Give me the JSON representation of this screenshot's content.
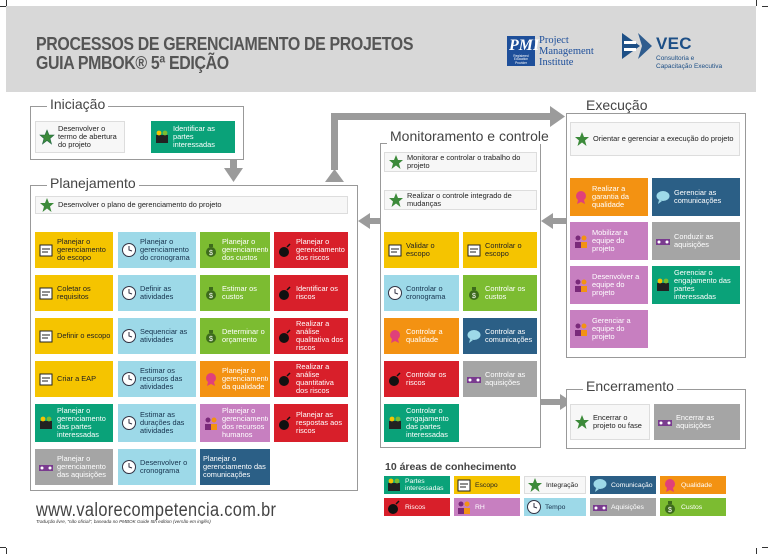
{
  "header": {
    "title_line1": "PROCESSOS DE GERENCIAMENTO DE PROJETOS",
    "title_line2": "GUIA PMBOK® 5ª EDIÇÃO",
    "pmi_logo_letters": "PMI",
    "pmi_logo_small": "Registered Education Provider",
    "pmi_text": [
      "Project",
      "Management",
      "Institute"
    ],
    "vec_name": "VEC",
    "vec_sub": [
      "Consultoria e",
      "Capacitação Executiva"
    ]
  },
  "groups": {
    "iniciacao": "Iniciação",
    "planejamento": "Planejamento",
    "monitoramento": "Monitoramento e controle",
    "execucao": "Execução",
    "encerramento": "Encerramento"
  },
  "iniciacao": {
    "desenvolver_termo": "Desenvolver o termo de abertura do projeto",
    "identificar_partes": "Identificar as partes interessadas"
  },
  "planejamento": {
    "plano": "Desenvolver o plano de gerenciamento do projeto",
    "escopo": [
      "Planejar o gerenciamento do escopo",
      "Coletar os requisitos",
      "Definir o escopo",
      "Criar a EAP"
    ],
    "partes": [
      "Planejar o gerenciamento das partes interessadas"
    ],
    "aquisicoes": [
      "Planejar o gerenciamento das aquisições"
    ],
    "tempo": [
      "Planejar o gerenciamento do cronograma",
      "Definir as atividades",
      "Sequenciar as atividades",
      "Estimar os recursos das atividades",
      "Estimar as durações das atividades",
      "Desenvolver o cronograma"
    ],
    "custos": [
      "Planejar o gerenciamento dos custos",
      "Estimar os custos",
      "Determinar o orçamento"
    ],
    "qualidade": "Planejar o gerenciamento da qualidade",
    "rh": "Planejar o gerenciamento dos recursos humanos",
    "comunicacoes": "Planejar o gerenciamento das comunicações",
    "riscos": [
      "Planejar o gerenciamento dos riscos",
      "Identificar os riscos",
      "Realizar a análise qualitativa dos riscos",
      "Realizar a análise quantitativa dos riscos",
      "Planejar as respostas aos riscos"
    ]
  },
  "monitoramento": {
    "monitorar": "Monitorar e controlar o trabalho do projeto",
    "mudancas": "Realizar o controle integrado de mudanças",
    "validar": "Validar o escopo",
    "controlar_escopo": "Controlar o escopo",
    "cronograma": "Controlar o cronograma",
    "custos": "Controlar os custos",
    "qualidade": "Controlar a qualidade",
    "comunicacoes": "Controlar as comunicações",
    "riscos": "Controlar os riscos",
    "aquisicoes": "Controlar as aquisições",
    "partes": "Controlar o engajamento das partes interessadas"
  },
  "execucao": {
    "orientar": "Orientar e gerenciar a execução do projeto",
    "garantia": "Realizar a garantia da qualidade",
    "comunicacoes": "Gerenciar as comunicações",
    "mobilizar": "Mobilizar a equipe do projeto",
    "aquisicoes": "Conduzir as aquisições",
    "desenvolver": "Desenvolver a equipe do projeto",
    "engajamento": "Gerenciar o engajamento das partes interessadas",
    "gerenciar_equipe": "Gerenciar a equipe do projeto"
  },
  "encerramento": {
    "encerrar": "Encerrar o projeto ou fase",
    "aquisicoes": "Encerrar as aquisições"
  },
  "legend": {
    "title": "10 áreas de conhecimento",
    "items": [
      "Partes interessadas",
      "Escopo",
      "Integração",
      "Comunicação",
      "Qualidade",
      "Riscos",
      "RH",
      "Tempo",
      "Aquisições",
      "Custos"
    ]
  },
  "footer": {
    "url": "www.valorecompetencia.com.br",
    "note": "Tradução livre, \"não oficial\", baseada no PMBOK Guide 5th edition (versão em inglês)"
  },
  "colors": {
    "escopo": "#f5c400",
    "tempo": "#9dd9e8",
    "custos": "#7cbc31",
    "riscos": "#d81f2a",
    "partes": "#0aa279",
    "rh": "#c77fc0",
    "qualidade": "#f39212",
    "comunicacoes": "#2b5f86",
    "aquisicoes": "#a5a5a5",
    "integracao": "#f7f7f7",
    "arrows": "#9b9b9b"
  }
}
